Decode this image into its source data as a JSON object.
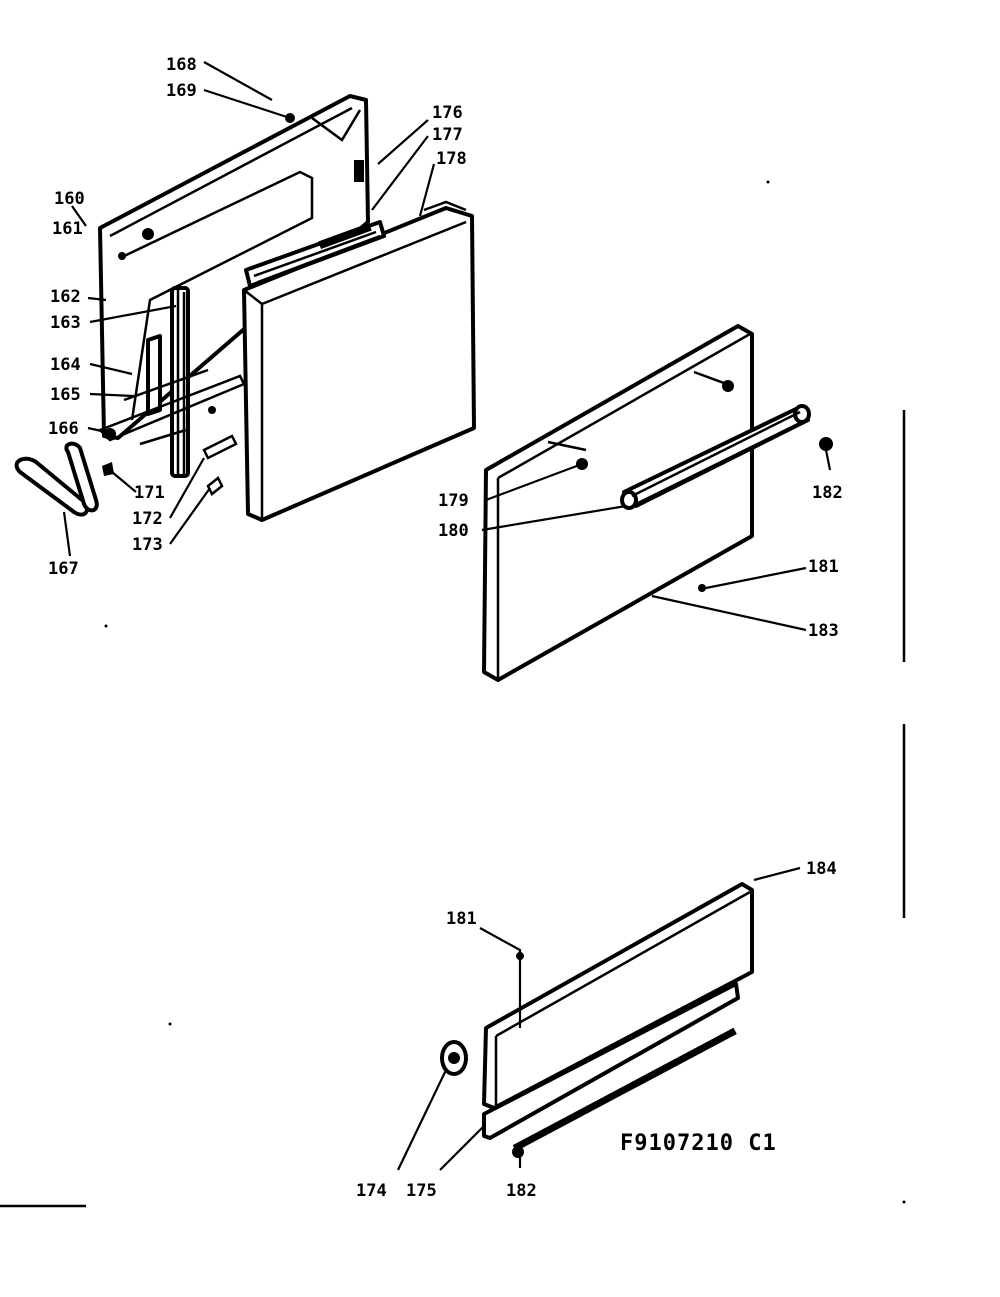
{
  "diagram_code": "F9107210 C1",
  "labels": {
    "l160": "160",
    "l161": "161",
    "l162": "162",
    "l163": "163",
    "l164": "164",
    "l165": "165",
    "l166": "166",
    "l167": "167",
    "l168": "168",
    "l169": "169",
    "l171": "171",
    "l172": "172",
    "l173": "173",
    "l174": "174",
    "l175": "175",
    "l176": "176",
    "l177": "177",
    "l178": "178",
    "l179": "179",
    "l180": "180",
    "l181a": "181",
    "l181b": "181",
    "l182a": "182",
    "l182b": "182",
    "l183": "183",
    "l184": "184"
  }
}
